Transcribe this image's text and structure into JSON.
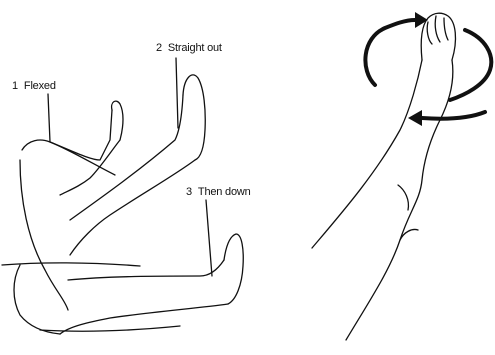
{
  "labels": {
    "flexed": {
      "number": "1",
      "text": "Flexed"
    },
    "straight": {
      "number": "2",
      "text": "Straight out"
    },
    "down": {
      "number": "3",
      "text": "Then down"
    }
  },
  "colors": {
    "line": "#111111",
    "background": "#ffffff"
  },
  "icons": [
    "leg-raise-diagram",
    "ankle-rotation-diagram",
    "curved-arrow-icon"
  ]
}
